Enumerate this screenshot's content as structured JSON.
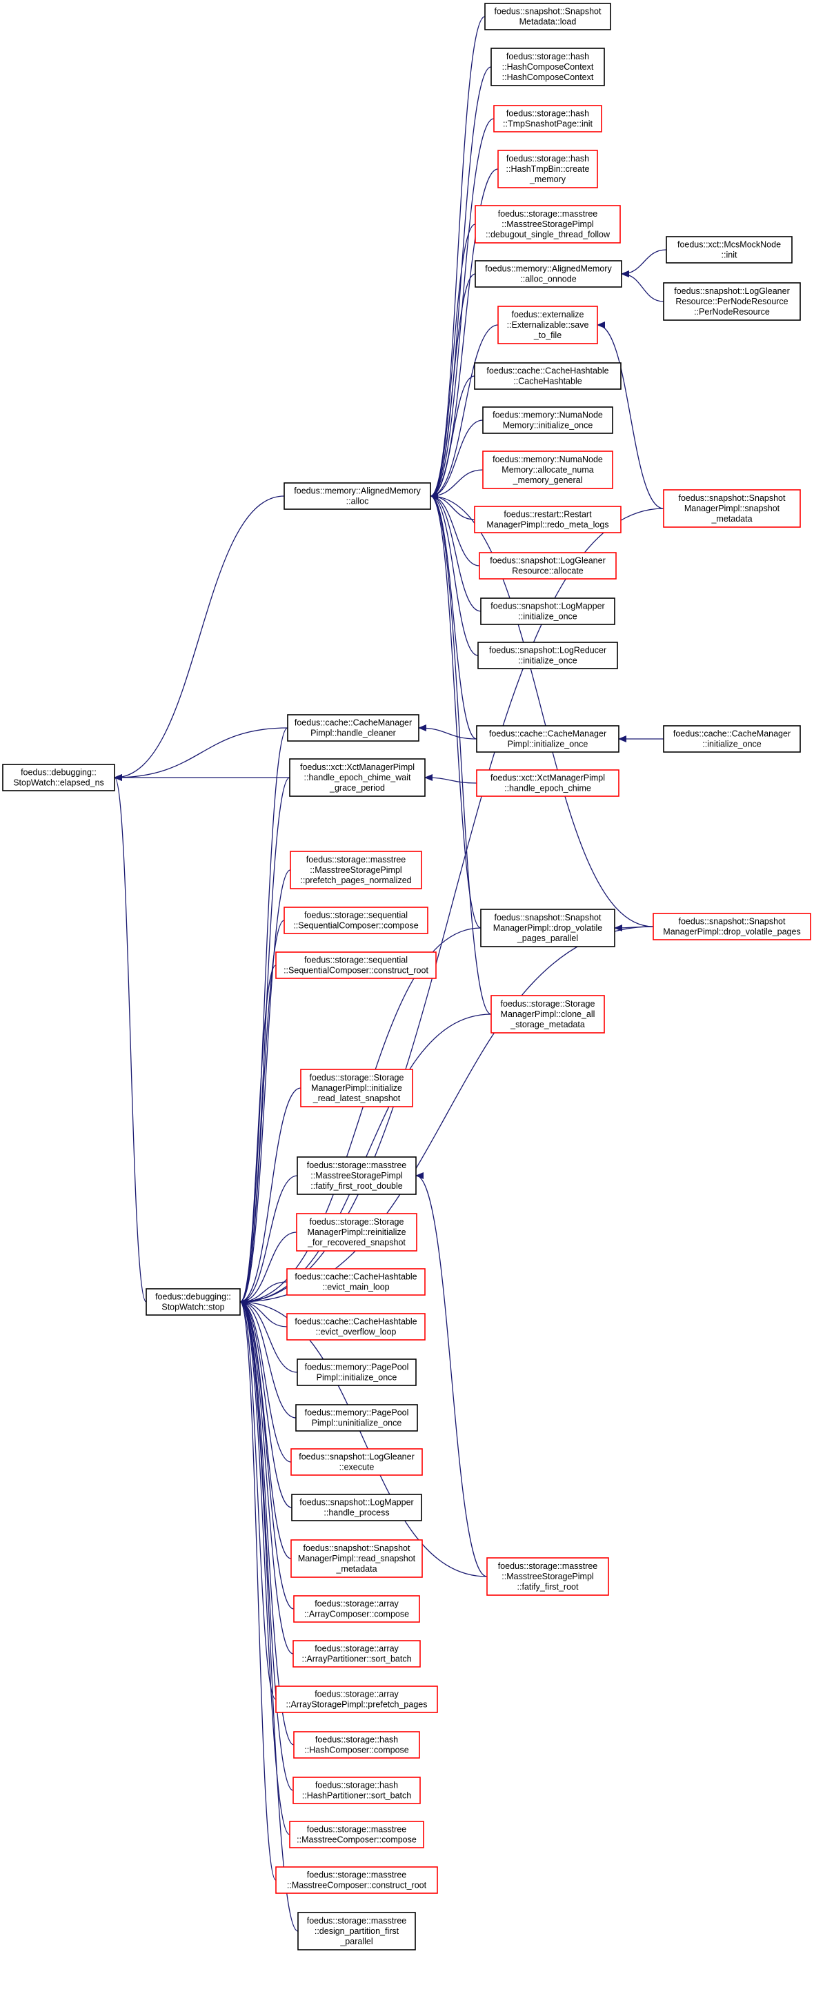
{
  "colors": {
    "normal_border": "#000000",
    "truncated_border": "#ff0000",
    "root_fill": "#bfbfbf",
    "edge": "#191970"
  },
  "nodes": [
    {
      "id": "elapsed_ns",
      "lines": [
        "foedus::debugging::",
        "StopWatch::elapsed_ns"
      ],
      "style": "root"
    },
    {
      "id": "alloc",
      "lines": [
        "foedus::memory::AlignedMemory",
        "::alloc"
      ],
      "style": "normal"
    },
    {
      "id": "stop",
      "lines": [
        "foedus::debugging::",
        "StopWatch::stop"
      ],
      "style": "normal"
    },
    {
      "id": "handle_cleaner",
      "lines": [
        "foedus::cache::CacheManager",
        "Pimpl::handle_cleaner"
      ],
      "style": "normal"
    },
    {
      "id": "handle_epoch_chime_wait",
      "lines": [
        "foedus::xct::XctManagerPimpl",
        "::handle_epoch_chime_wait",
        "_grace_period"
      ],
      "style": "normal"
    },
    {
      "id": "snapshot_metadata_load",
      "lines": [
        "foedus::snapshot::Snapshot",
        "Metadata::load"
      ],
      "style": "normal"
    },
    {
      "id": "hash_compose_context",
      "lines": [
        "foedus::storage::hash",
        "::HashComposeContext",
        "::HashComposeContext"
      ],
      "style": "normal"
    },
    {
      "id": "tmp_snapshot_page_init",
      "lines": [
        "foedus::storage::hash",
        "::TmpSnashotPage::init"
      ],
      "style": "red"
    },
    {
      "id": "hash_tmp_bin_create",
      "lines": [
        "foedus::storage::hash",
        "::HashTmpBin::create",
        "_memory"
      ],
      "style": "red"
    },
    {
      "id": "debugout_single_thread_follow",
      "lines": [
        "foedus::storage::masstree",
        "::MasstreeStoragePimpl",
        "::debugout_single_thread_follow"
      ],
      "style": "red"
    },
    {
      "id": "alloc_onnode",
      "lines": [
        "foedus::memory::AlignedMemory",
        "::alloc_onnode"
      ],
      "style": "normal"
    },
    {
      "id": "externalizable_save",
      "lines": [
        "foedus::externalize",
        "::Externalizable::save",
        "_to_file"
      ],
      "style": "red"
    },
    {
      "id": "cache_hashtable_ctor",
      "lines": [
        "foedus::cache::CacheHashtable",
        "::CacheHashtable"
      ],
      "style": "normal"
    },
    {
      "id": "numa_node_initialize_once",
      "lines": [
        "foedus::memory::NumaNode",
        "Memory::initialize_once"
      ],
      "style": "normal"
    },
    {
      "id": "numa_allocate_general",
      "lines": [
        "foedus::memory::NumaNode",
        "Memory::allocate_numa",
        "_memory_general"
      ],
      "style": "red"
    },
    {
      "id": "redo_meta_logs",
      "lines": [
        "foedus::restart::Restart",
        "ManagerPimpl::redo_meta_logs"
      ],
      "style": "red"
    },
    {
      "id": "log_gleaner_resource_allocate",
      "lines": [
        "foedus::snapshot::LogGleaner",
        "Resource::allocate"
      ],
      "style": "red"
    },
    {
      "id": "log_mapper_initialize_once",
      "lines": [
        "foedus::snapshot::LogMapper",
        "::initialize_once"
      ],
      "style": "normal"
    },
    {
      "id": "log_reducer_initialize_once",
      "lines": [
        "foedus::snapshot::LogReducer",
        "::initialize_once"
      ],
      "style": "normal"
    },
    {
      "id": "cache_manager_pimpl_initialize_once",
      "lines": [
        "foedus::cache::CacheManager",
        "Pimpl::initialize_once"
      ],
      "style": "normal"
    },
    {
      "id": "handle_epoch_chime",
      "lines": [
        "foedus::xct::XctManagerPimpl",
        "::handle_epoch_chime"
      ],
      "style": "red"
    },
    {
      "id": "mcs_mock_node_init",
      "lines": [
        "foedus::xct::McsMockNode",
        "::init"
      ],
      "style": "normal"
    },
    {
      "id": "per_node_resource",
      "lines": [
        "foedus::snapshot::LogGleaner",
        "Resource::PerNodeResource",
        "::PerNodeResource"
      ],
      "style": "normal"
    },
    {
      "id": "snapshot_metadata",
      "lines": [
        "foedus::snapshot::Snapshot",
        "ManagerPimpl::snapshot",
        "_metadata"
      ],
      "style": "red"
    },
    {
      "id": "cache_manager_initialize_once",
      "lines": [
        "foedus::cache::CacheManager",
        "::initialize_once"
      ],
      "style": "normal"
    },
    {
      "id": "drop_volatile_pages_parallel",
      "lines": [
        "foedus::snapshot::Snapshot",
        "ManagerPimpl::drop_volatile",
        "_pages_parallel"
      ],
      "style": "normal"
    },
    {
      "id": "drop_volatile_pages",
      "lines": [
        "foedus::snapshot::Snapshot",
        "ManagerPimpl::drop_volatile_pages"
      ],
      "style": "red"
    },
    {
      "id": "clone_all_storage_metadata",
      "lines": [
        "foedus::storage::Storage",
        "ManagerPimpl::clone_all",
        "_storage_metadata"
      ],
      "style": "red"
    },
    {
      "id": "prefetch_pages_normalized",
      "lines": [
        "foedus::storage::masstree",
        "::MasstreeStoragePimpl",
        "::prefetch_pages_normalized"
      ],
      "style": "red"
    },
    {
      "id": "sequential_compose",
      "lines": [
        "foedus::storage::sequential",
        "::SequentialComposer::compose"
      ],
      "style": "red"
    },
    {
      "id": "sequential_construct_root",
      "lines": [
        "foedus::storage::sequential",
        "::SequentialComposer::construct_root"
      ],
      "style": "red"
    },
    {
      "id": "initialize_read_latest_snapshot",
      "lines": [
        "foedus::storage::Storage",
        "ManagerPimpl::initialize",
        "_read_latest_snapshot"
      ],
      "style": "red"
    },
    {
      "id": "fatify_first_root_double",
      "lines": [
        "foedus::storage::masstree",
        "::MasstreeStoragePimpl",
        "::fatify_first_root_double"
      ],
      "style": "normal"
    },
    {
      "id": "reinitialize_for_recovered_snapshot",
      "lines": [
        "foedus::storage::Storage",
        "ManagerPimpl::reinitialize",
        "_for_recovered_snapshot"
      ],
      "style": "red"
    },
    {
      "id": "evict_main_loop",
      "lines": [
        "foedus::cache::CacheHashtable",
        "::evict_main_loop"
      ],
      "style": "red"
    },
    {
      "id": "evict_overflow_loop",
      "lines": [
        "foedus::cache::CacheHashtable",
        "::evict_overflow_loop"
      ],
      "style": "red"
    },
    {
      "id": "page_pool_initialize_once",
      "lines": [
        "foedus::memory::PagePool",
        "Pimpl::initialize_once"
      ],
      "style": "normal"
    },
    {
      "id": "page_pool_uninitialize_once",
      "lines": [
        "foedus::memory::PagePool",
        "Pimpl::uninitialize_once"
      ],
      "style": "normal"
    },
    {
      "id": "log_gleaner_execute",
      "lines": [
        "foedus::snapshot::LogGleaner",
        "::execute"
      ],
      "style": "red"
    },
    {
      "id": "log_mapper_handle_process",
      "lines": [
        "foedus::snapshot::LogMapper",
        "::handle_process"
      ],
      "style": "normal"
    },
    {
      "id": "read_snapshot_metadata",
      "lines": [
        "foedus::snapshot::Snapshot",
        "ManagerPimpl::read_snapshot",
        "_metadata"
      ],
      "style": "red"
    },
    {
      "id": "array_composer_compose",
      "lines": [
        "foedus::storage::array",
        "::ArrayComposer::compose"
      ],
      "style": "red"
    },
    {
      "id": "array_partitioner_sort_batch",
      "lines": [
        "foedus::storage::array",
        "::ArrayPartitioner::sort_batch"
      ],
      "style": "red"
    },
    {
      "id": "array_prefetch_pages",
      "lines": [
        "foedus::storage::array",
        "::ArrayStoragePimpl::prefetch_pages"
      ],
      "style": "red"
    },
    {
      "id": "hash_composer_compose",
      "lines": [
        "foedus::storage::hash",
        "::HashComposer::compose"
      ],
      "style": "red"
    },
    {
      "id": "hash_partitioner_sort_batch",
      "lines": [
        "foedus::storage::hash",
        "::HashPartitioner::sort_batch"
      ],
      "style": "red"
    },
    {
      "id": "masstree_composer_compose",
      "lines": [
        "foedus::storage::masstree",
        "::MasstreeComposer::compose"
      ],
      "style": "red"
    },
    {
      "id": "masstree_construct_root",
      "lines": [
        "foedus::storage::masstree",
        "::MasstreeComposer::construct_root"
      ],
      "style": "red"
    },
    {
      "id": "design_partition_first_parallel",
      "lines": [
        "foedus::storage::masstree",
        "::design_partition_first",
        "_parallel"
      ],
      "style": "normal"
    },
    {
      "id": "fatify_first_root",
      "lines": [
        "foedus::storage::masstree",
        "::MasstreeStoragePimpl",
        "::fatify_first_root"
      ],
      "style": "red"
    }
  ],
  "edges": [
    [
      "alloc",
      "elapsed_ns"
    ],
    [
      "stop",
      "elapsed_ns"
    ],
    [
      "handle_cleaner",
      "elapsed_ns"
    ],
    [
      "handle_epoch_chime_wait",
      "elapsed_ns"
    ],
    [
      "snapshot_metadata_load",
      "alloc"
    ],
    [
      "hash_compose_context",
      "alloc"
    ],
    [
      "tmp_snapshot_page_init",
      "alloc"
    ],
    [
      "hash_tmp_bin_create",
      "alloc"
    ],
    [
      "debugout_single_thread_follow",
      "alloc"
    ],
    [
      "alloc_onnode",
      "alloc"
    ],
    [
      "externalizable_save",
      "alloc"
    ],
    [
      "cache_hashtable_ctor",
      "alloc"
    ],
    [
      "numa_node_initialize_once",
      "alloc"
    ],
    [
      "numa_allocate_general",
      "alloc"
    ],
    [
      "redo_meta_logs",
      "alloc"
    ],
    [
      "log_gleaner_resource_allocate",
      "alloc"
    ],
    [
      "log_mapper_initialize_once",
      "alloc"
    ],
    [
      "log_reducer_initialize_once",
      "alloc"
    ],
    [
      "cache_manager_pimpl_initialize_once",
      "alloc"
    ],
    [
      "drop_volatile_pages_parallel",
      "alloc"
    ],
    [
      "clone_all_storage_metadata",
      "alloc"
    ],
    [
      "drop_volatile_pages",
      "alloc"
    ],
    [
      "mcs_mock_node_init",
      "alloc_onnode"
    ],
    [
      "per_node_resource",
      "alloc_onnode"
    ],
    [
      "snapshot_metadata",
      "externalizable_save"
    ],
    [
      "cache_manager_pimpl_initialize_once",
      "handle_cleaner"
    ],
    [
      "handle_epoch_chime",
      "handle_epoch_chime_wait"
    ],
    [
      "cache_manager_initialize_once",
      "cache_manager_pimpl_initialize_once"
    ],
    [
      "drop_volatile_pages",
      "drop_volatile_pages_parallel"
    ],
    [
      "fatify_first_root",
      "fatify_first_root_double"
    ],
    [
      "handle_cleaner",
      "stop"
    ],
    [
      "handle_epoch_chime_wait",
      "stop"
    ],
    [
      "snapshot_metadata",
      "stop"
    ],
    [
      "prefetch_pages_normalized",
      "stop"
    ],
    [
      "sequential_compose",
      "stop"
    ],
    [
      "sequential_construct_root",
      "stop"
    ],
    [
      "drop_volatile_pages_parallel",
      "stop"
    ],
    [
      "clone_all_storage_metadata",
      "stop"
    ],
    [
      "initialize_read_latest_snapshot",
      "stop"
    ],
    [
      "drop_volatile_pages",
      "stop"
    ],
    [
      "fatify_first_root_double",
      "stop"
    ],
    [
      "reinitialize_for_recovered_snapshot",
      "stop"
    ],
    [
      "evict_main_loop",
      "stop"
    ],
    [
      "evict_overflow_loop",
      "stop"
    ],
    [
      "page_pool_initialize_once",
      "stop"
    ],
    [
      "page_pool_uninitialize_once",
      "stop"
    ],
    [
      "log_gleaner_execute",
      "stop"
    ],
    [
      "log_mapper_handle_process",
      "stop"
    ],
    [
      "read_snapshot_metadata",
      "stop"
    ],
    [
      "array_composer_compose",
      "stop"
    ],
    [
      "array_partitioner_sort_batch",
      "stop"
    ],
    [
      "array_prefetch_pages",
      "stop"
    ],
    [
      "hash_composer_compose",
      "stop"
    ],
    [
      "hash_partitioner_sort_batch",
      "stop"
    ],
    [
      "masstree_composer_compose",
      "stop"
    ],
    [
      "masstree_construct_root",
      "stop"
    ],
    [
      "design_partition_first_parallel",
      "stop"
    ],
    [
      "fatify_first_root",
      "stop"
    ]
  ]
}
